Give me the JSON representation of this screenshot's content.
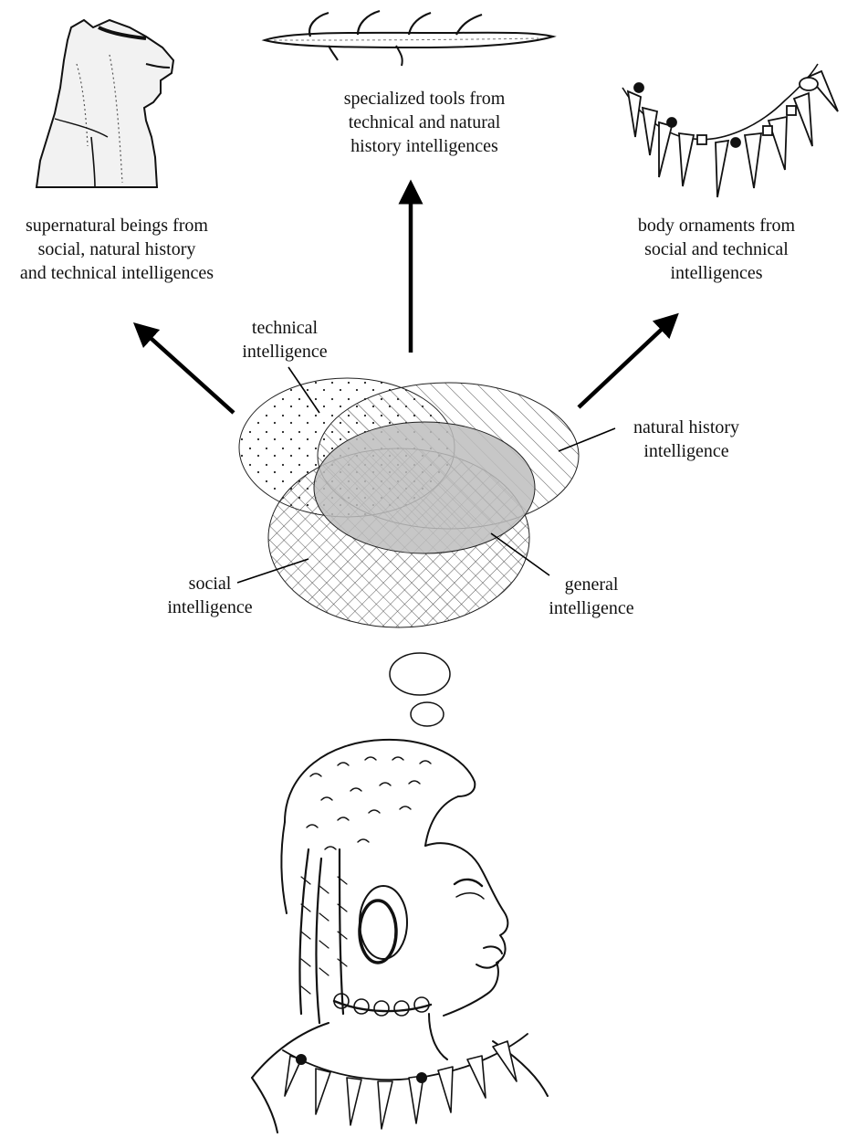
{
  "outcomes": {
    "supernatural": [
      "supernatural beings from",
      "social, natural history",
      "and technical intelligences"
    ],
    "tools": [
      "specialized tools from",
      "technical and natural",
      "history intelligences"
    ],
    "ornaments": [
      "body ornaments from",
      "social and technical",
      "intelligences"
    ]
  },
  "domains": {
    "technical": [
      "technical",
      "intelligence"
    ],
    "natural_history": [
      "natural history",
      "intelligence"
    ],
    "social": [
      "social",
      "intelligence"
    ],
    "general": [
      "general",
      "intelligence"
    ]
  },
  "colors": {
    "ink": "#111111",
    "general_fill": "#bdbdbd"
  },
  "icons": [
    "lion-man-figurine-icon",
    "harpoon-tool-icon",
    "tooth-necklace-icon",
    "human-head-portrait-icon",
    "thought-bubble-icon"
  ]
}
